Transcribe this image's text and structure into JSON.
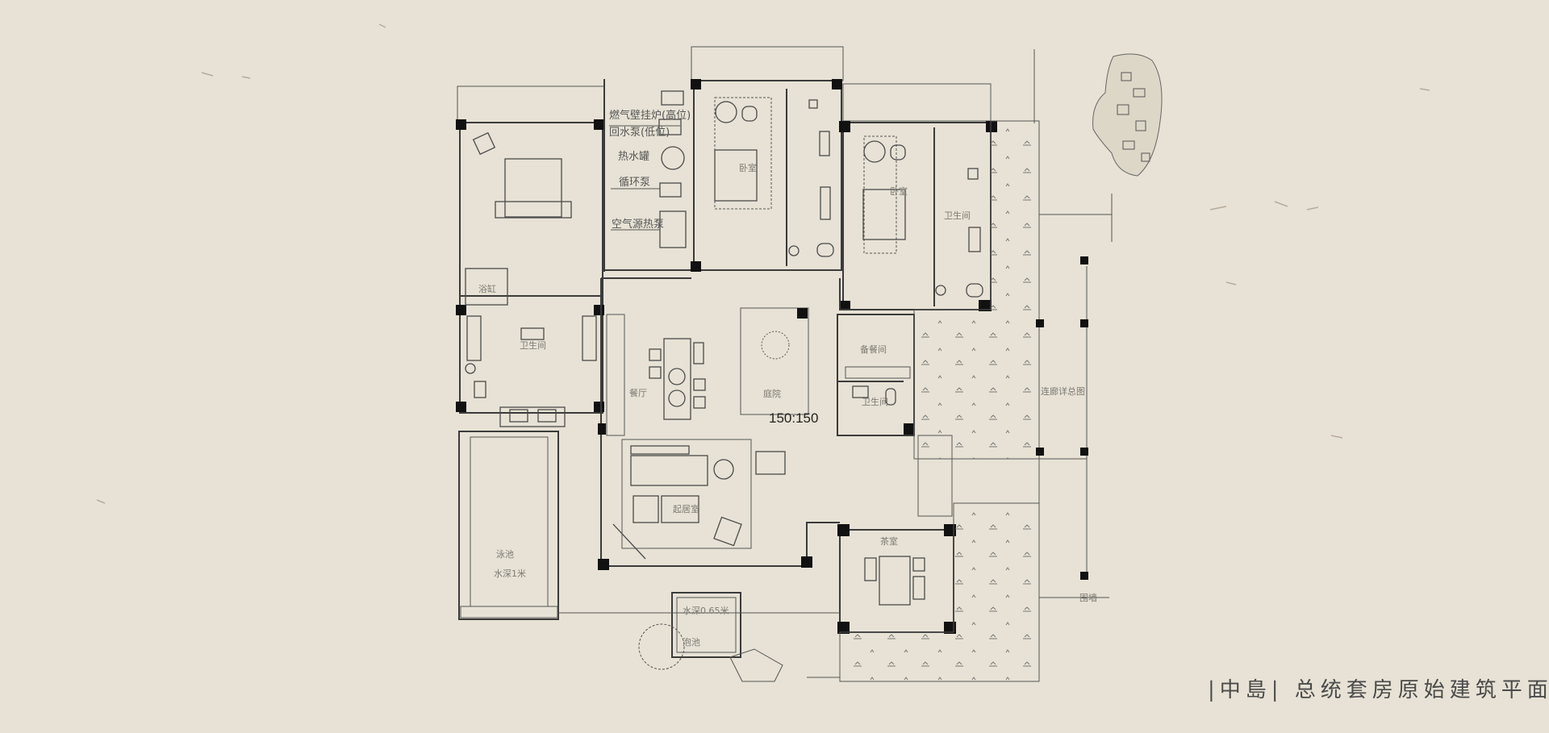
{
  "title": "|中島| 总统套房原始建筑平面图",
  "equipment_labels": {
    "boiler": "燃气壁挂炉(高位)",
    "return_pump": "回水泵(低位)",
    "hot_water_tank": "热水罐",
    "circulation_pump": "循环泵",
    "air_source_heat_pump": "空气源热泵"
  },
  "rooms": {
    "bedroom_middle": "卧室",
    "bedroom_right": "卧室",
    "bathroom_right": "卫生间",
    "bathroom_left": "卫生间",
    "bathroom_small": "卫生间",
    "bathtub": "浴缸",
    "dining": "餐厅",
    "courtyard": "庭院",
    "living": "起居室",
    "pantry": "备餐间",
    "tea_room": "茶室",
    "pool": "泳池",
    "pool_depth": "水深1米",
    "hot_tub_depth": "水深0.65米",
    "hot_tub": "泡池",
    "corridor_ref": "连廊详总图",
    "boundary_wall": "围墙"
  },
  "dimension": "150:150",
  "colors": {
    "paper": "#e7e2d5",
    "wall": "#3b3b3b",
    "column": "#111111"
  }
}
